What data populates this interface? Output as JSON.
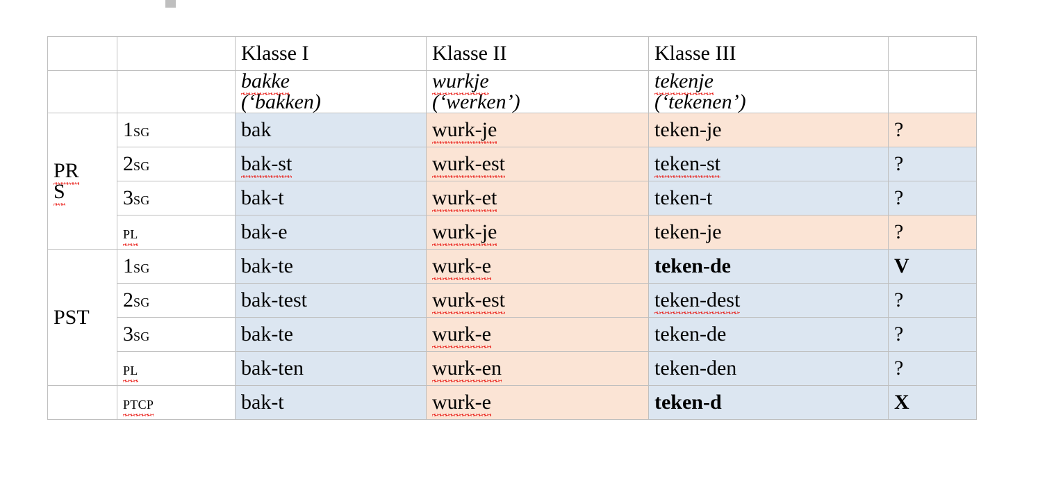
{
  "table": {
    "columns": {
      "tense": "",
      "person": "",
      "klasse1": "Klasse I",
      "klasse2": "Klasse II",
      "klasse3": "Klasse III",
      "mark": ""
    },
    "lemmas": {
      "klasse1": {
        "lemma": "bakke",
        "gloss": "(‘bakken)"
      },
      "klasse2": {
        "lemma": "wurkje",
        "gloss": "(‘werken’)"
      },
      "klasse3": {
        "lemma": "tekenje",
        "gloss": "(‘tekenen’)"
      }
    },
    "tense_labels": {
      "prs_line1": "PR",
      "prs_line2": "S",
      "pst": "PST",
      "none": ""
    },
    "rows": [
      {
        "person_num": "1",
        "person_sc": "sg",
        "k1": "bak",
        "k2": "wurk-je",
        "k3": "teken-je",
        "mark": "?"
      },
      {
        "person_num": "2",
        "person_sc": "sg",
        "k1": "bak-st",
        "k2": "wurk-est",
        "k3": "teken-st",
        "mark": "?"
      },
      {
        "person_num": "3",
        "person_sc": "sg",
        "k1": "bak-t",
        "k2": "wurk-et",
        "k3": "teken-t",
        "mark": "?"
      },
      {
        "person_num": "",
        "person_sc": "pl",
        "k1": "bak-e",
        "k2": "wurk-je",
        "k3": "teken-je",
        "mark": "?"
      },
      {
        "person_num": "1",
        "person_sc": "sg",
        "k1": "bak-te",
        "k2": "wurk-e",
        "k3": "teken-de",
        "mark": "V"
      },
      {
        "person_num": "2",
        "person_sc": "sg",
        "k1": "bak-test",
        "k2": "wurk-est",
        "k3": "teken-dest",
        "mark": "?"
      },
      {
        "person_num": "3",
        "person_sc": "sg",
        "k1": "bak-te",
        "k2": "wurk-e",
        "k3": "teken-de",
        "mark": "?"
      },
      {
        "person_num": "",
        "person_sc": "pl",
        "k1": "bak-ten",
        "k2": "wurk-en",
        "k3": "teken-den",
        "mark": "?"
      },
      {
        "person_num": "",
        "person_sc": "ptcp",
        "k1": "bak-t",
        "k2": "wurk-e",
        "k3": "teken-d",
        "mark": "X"
      }
    ]
  },
  "colors": {
    "shade_blue": "#dce6f1",
    "shade_orange": "#fbe4d5",
    "grid_line": "#bfbfbf",
    "strong_border": "#000000",
    "spellcheck_underline": "#e8150f"
  }
}
